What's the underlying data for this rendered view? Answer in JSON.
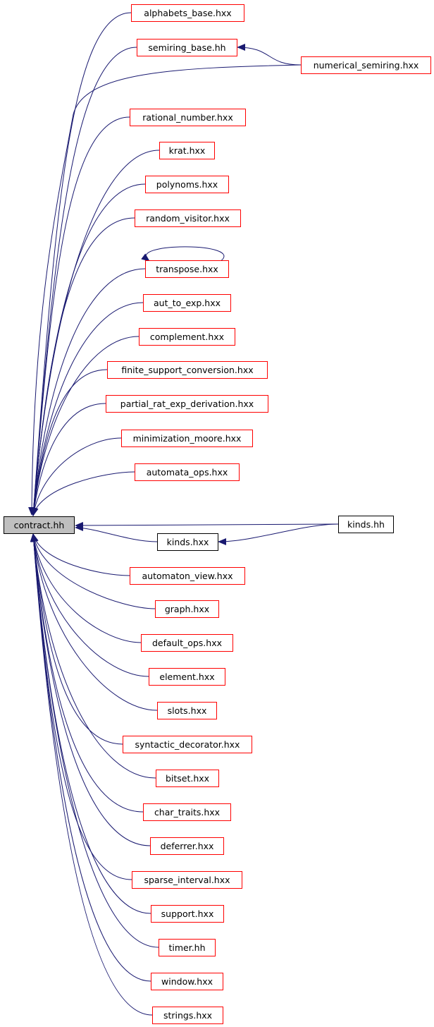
{
  "diagram": {
    "root": "contract.hh",
    "colors": {
      "edge": "#191970",
      "link_box_border": "#ff0000",
      "plain_box_border": "#000000",
      "root_fill": "#bfbfbf",
      "text": "#000000"
    },
    "nodes": [
      {
        "id": "alphabets_base",
        "label": "alphabets_base.hxx"
      },
      {
        "id": "semiring_base",
        "label": "semiring_base.hh"
      },
      {
        "id": "numerical_semiring",
        "label": "numerical_semiring.hxx"
      },
      {
        "id": "rational_number",
        "label": "rational_number.hxx"
      },
      {
        "id": "krat",
        "label": "krat.hxx"
      },
      {
        "id": "polynoms",
        "label": "polynoms.hxx"
      },
      {
        "id": "random_visitor",
        "label": "random_visitor.hxx"
      },
      {
        "id": "transpose",
        "label": "transpose.hxx"
      },
      {
        "id": "aut_to_exp",
        "label": "aut_to_exp.hxx"
      },
      {
        "id": "complement",
        "label": "complement.hxx"
      },
      {
        "id": "finite_support_conversion",
        "label": "finite_support_conversion.hxx"
      },
      {
        "id": "partial_rat_exp_derivation",
        "label": "partial_rat_exp_derivation.hxx"
      },
      {
        "id": "minimization_moore",
        "label": "minimization_moore.hxx"
      },
      {
        "id": "automata_ops",
        "label": "automata_ops.hxx"
      },
      {
        "id": "contract",
        "label": "contract.hh"
      },
      {
        "id": "kinds_hh",
        "label": "kinds.hh"
      },
      {
        "id": "kinds_hxx",
        "label": "kinds.hxx"
      },
      {
        "id": "automaton_view",
        "label": "automaton_view.hxx"
      },
      {
        "id": "graph",
        "label": "graph.hxx"
      },
      {
        "id": "default_ops",
        "label": "default_ops.hxx"
      },
      {
        "id": "element",
        "label": "element.hxx"
      },
      {
        "id": "slots",
        "label": "slots.hxx"
      },
      {
        "id": "syntactic_decorator",
        "label": "syntactic_decorator.hxx"
      },
      {
        "id": "bitset",
        "label": "bitset.hxx"
      },
      {
        "id": "char_traits",
        "label": "char_traits.hxx"
      },
      {
        "id": "deferrer",
        "label": "deferrer.hxx"
      },
      {
        "id": "sparse_interval",
        "label": "sparse_interval.hxx"
      },
      {
        "id": "support",
        "label": "support.hxx"
      },
      {
        "id": "timer",
        "label": "timer.hh"
      },
      {
        "id": "window",
        "label": "window.hxx"
      },
      {
        "id": "strings",
        "label": "strings.hxx"
      }
    ],
    "edges": [
      {
        "from": "alphabets_base",
        "to": "contract"
      },
      {
        "from": "semiring_base",
        "to": "contract"
      },
      {
        "from": "numerical_semiring",
        "to": "semiring_base"
      },
      {
        "from": "numerical_semiring",
        "to": "contract"
      },
      {
        "from": "rational_number",
        "to": "contract"
      },
      {
        "from": "krat",
        "to": "contract"
      },
      {
        "from": "polynoms",
        "to": "contract"
      },
      {
        "from": "random_visitor",
        "to": "contract"
      },
      {
        "from": "transpose",
        "to": "transpose"
      },
      {
        "from": "transpose",
        "to": "contract"
      },
      {
        "from": "aut_to_exp",
        "to": "contract"
      },
      {
        "from": "complement",
        "to": "contract"
      },
      {
        "from": "finite_support_conversion",
        "to": "contract"
      },
      {
        "from": "partial_rat_exp_derivation",
        "to": "contract"
      },
      {
        "from": "minimization_moore",
        "to": "contract"
      },
      {
        "from": "automata_ops",
        "to": "contract"
      },
      {
        "from": "kinds_hh",
        "to": "contract"
      },
      {
        "from": "kinds_hh",
        "to": "kinds_hxx"
      },
      {
        "from": "kinds_hxx",
        "to": "contract"
      },
      {
        "from": "automaton_view",
        "to": "contract"
      },
      {
        "from": "graph",
        "to": "contract"
      },
      {
        "from": "default_ops",
        "to": "contract"
      },
      {
        "from": "element",
        "to": "contract"
      },
      {
        "from": "slots",
        "to": "contract"
      },
      {
        "from": "syntactic_decorator",
        "to": "contract"
      },
      {
        "from": "bitset",
        "to": "contract"
      },
      {
        "from": "char_traits",
        "to": "contract"
      },
      {
        "from": "deferrer",
        "to": "contract"
      },
      {
        "from": "sparse_interval",
        "to": "contract"
      },
      {
        "from": "support",
        "to": "contract"
      },
      {
        "from": "timer",
        "to": "contract"
      },
      {
        "from": "window",
        "to": "contract"
      },
      {
        "from": "strings",
        "to": "contract"
      }
    ]
  }
}
